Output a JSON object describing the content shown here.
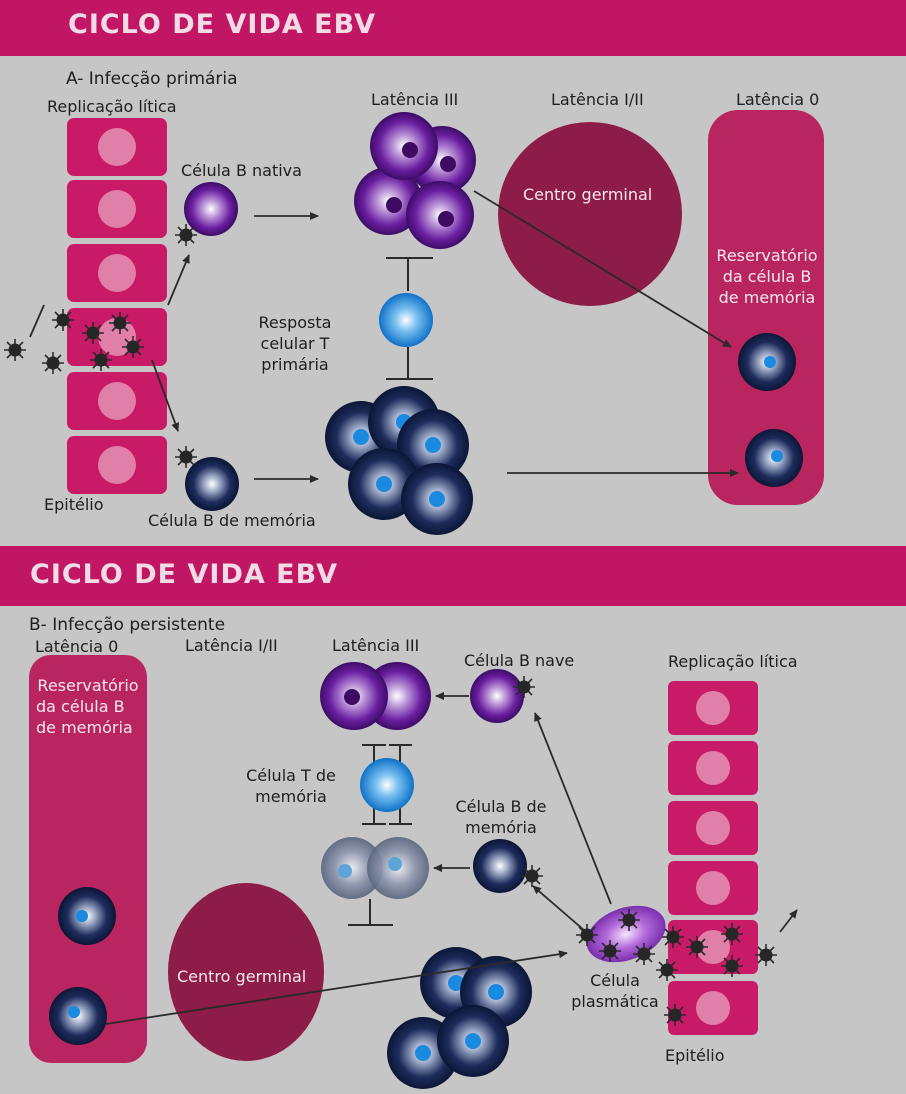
{
  "panel_a": {
    "banner": "CICLO DE VIDA EBV",
    "subtitle": "A- Infecção primária",
    "lytic_replication": "Replicação lítica",
    "latency_3": "Latência III",
    "latency_1_2": "Latência I/II",
    "latency_0": "Latência 0",
    "naive_b_cell": "Célula B nativa",
    "germinal_center": "Centro germinal",
    "reservoir_l1": "Reservatório",
    "reservoir_l2": "da célula B",
    "reservoir_l3": "de memória",
    "t_response_l1": "Resposta",
    "t_response_l2": "celular T",
    "t_response_l3": "primária",
    "epithelium": "Epitélio",
    "memory_b_cell": "Célula B de memória"
  },
  "panel_b": {
    "banner": "CICLO DE VIDA EBV",
    "subtitle": "B- Infecção persistente",
    "latency_0": "Latência 0",
    "latency_1_2": "Latência I/II",
    "latency_3": "Latência III",
    "naive_b_cell": "Célula B nave",
    "lytic_replication": "Replicação lítica",
    "reservoir_l1": "Reservatório",
    "reservoir_l2": "da célula B",
    "reservoir_l3": "de memória",
    "memory_t_l1": "Célula T de",
    "memory_t_l2": "memória",
    "memory_b_l1": "Célula B de",
    "memory_b_l2": "memória",
    "germinal_center": "Centro germinal",
    "plasma_l1": "Célula",
    "plasma_l2": "plasmática",
    "epithelium": "Epitélio"
  },
  "colors": {
    "banner": "#c01663",
    "background": "#c6c6c6",
    "epithelial_cell": "#c81a66",
    "germinal_center": "#8e1c48",
    "reservoir": "#b8255f",
    "naive_b_cell": "#5a1690",
    "memory_b_cell": "#101c44",
    "t_cell": "#1a82d4",
    "virus": "#222222"
  }
}
